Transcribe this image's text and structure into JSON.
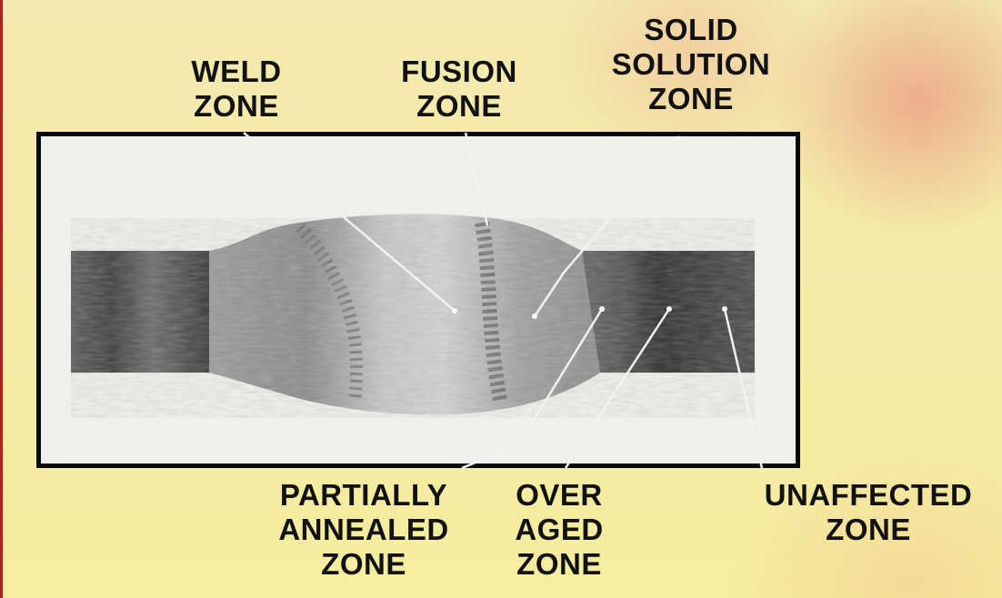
{
  "labels": {
    "weld_zone": "WELD\nZONE",
    "fusion_zone": "FUSION\nZONE",
    "solid_solution_zone": "SOLID\nSOLUTION\nZONE",
    "partially_annealed_zone": "PARTIALLY\nANNEALED\nZONE",
    "over_aged_zone": "OVER\nAGED\nZONE",
    "unaffected_zone": "UNAFFECTED\nZONE"
  },
  "colors": {
    "frame_border": "#0a0a0a",
    "label_text": "#111111",
    "leader_line": "#f2f2f2",
    "plate_dark": "#3a3a3a",
    "weld_light": "#b5b5b5",
    "background": "#f5ecaa"
  }
}
